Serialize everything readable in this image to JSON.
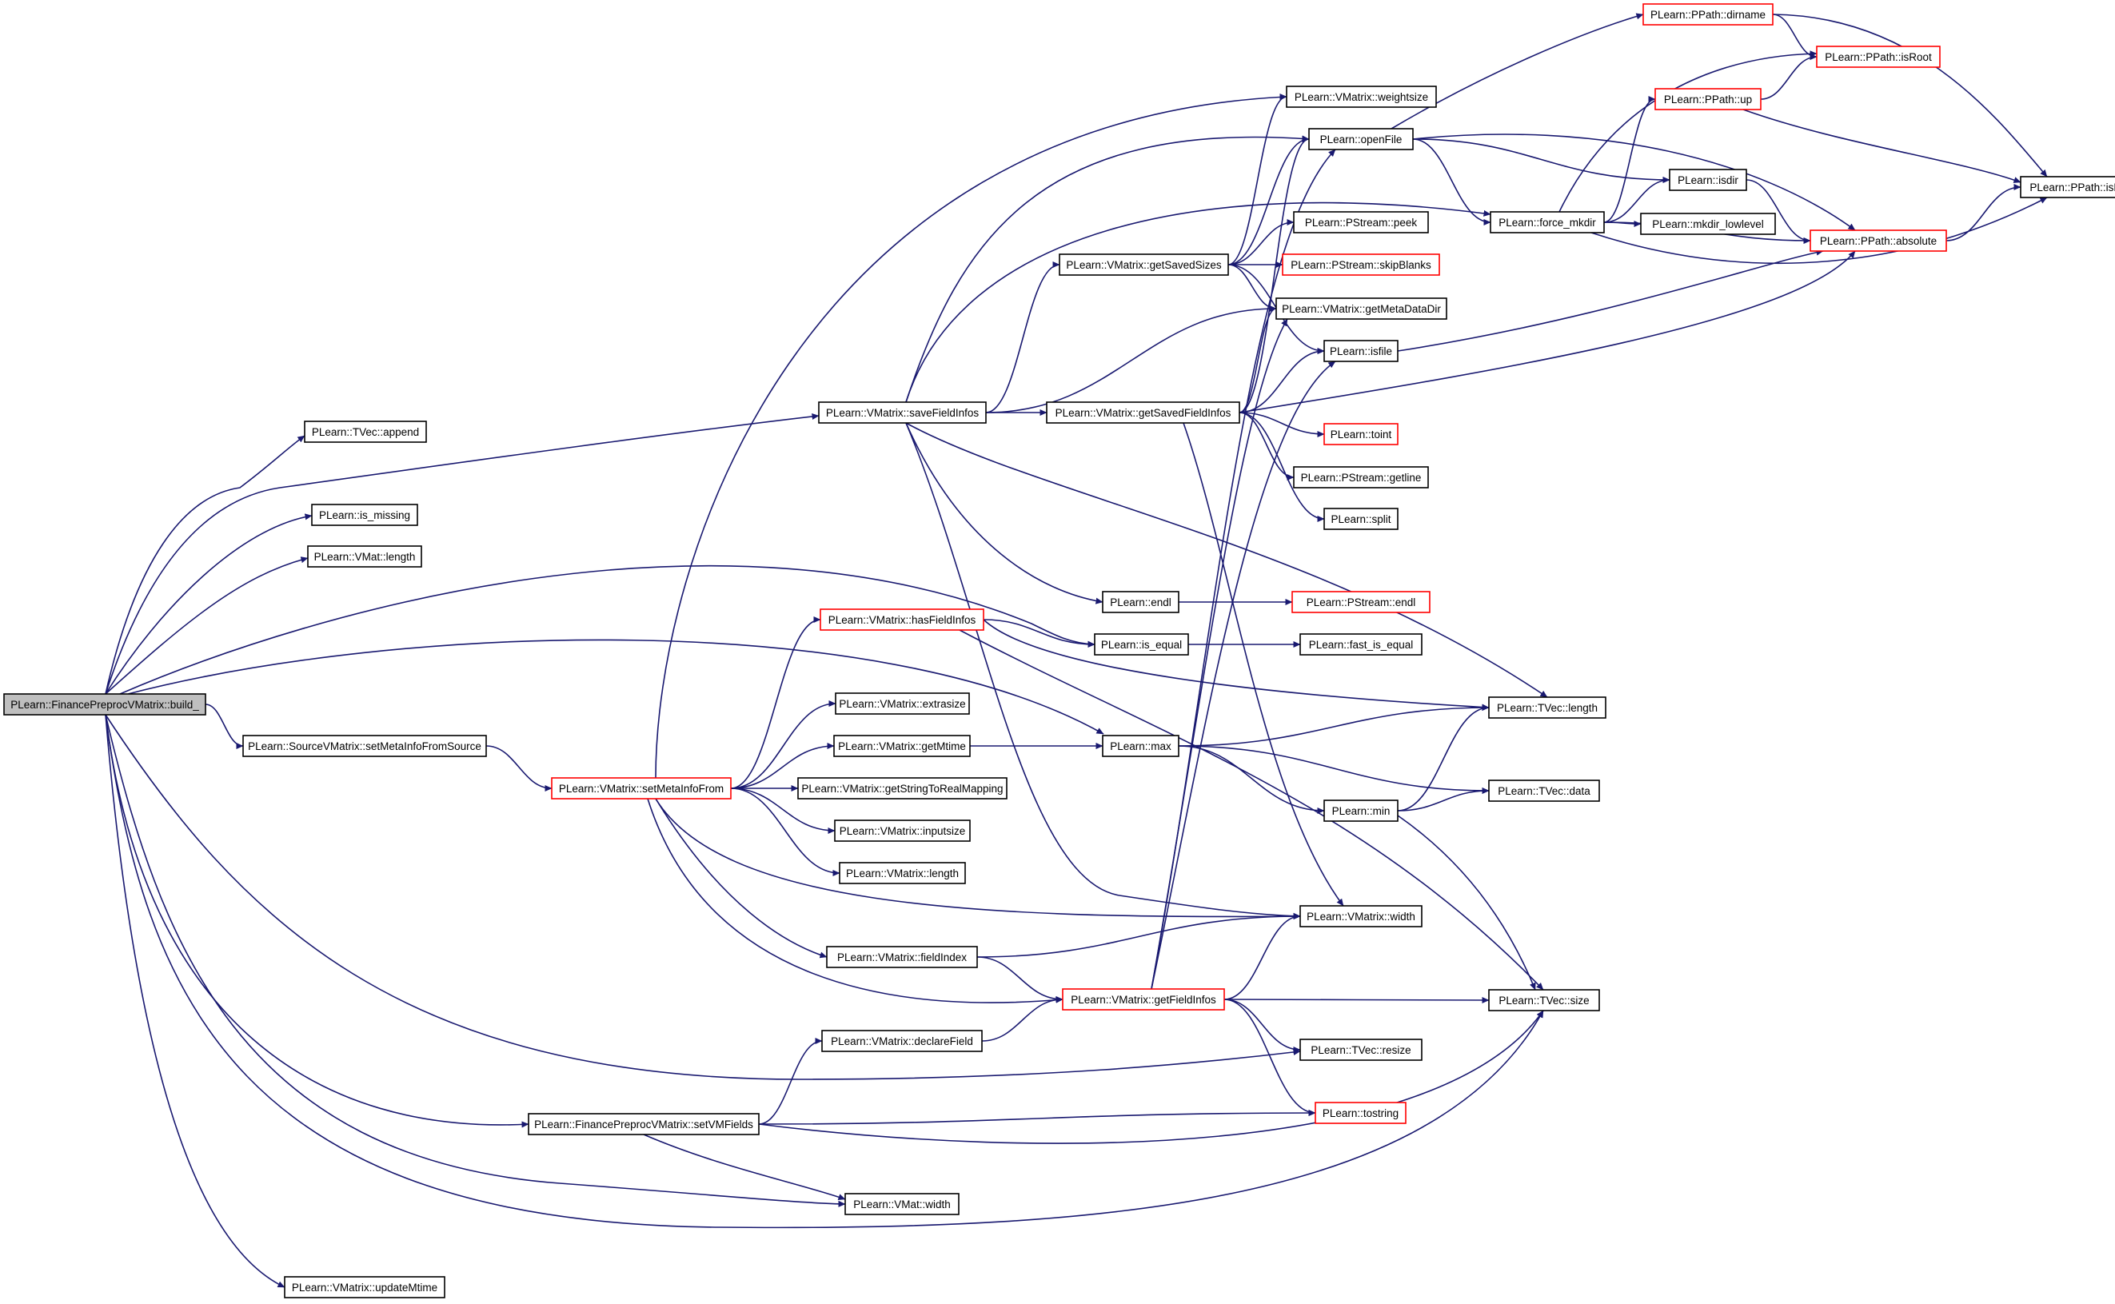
{
  "graph": {
    "edge_color": "#191970",
    "incomplete_border_color": "#ff0000",
    "root_fill": "#bfbfbf",
    "nodes": [
      {
        "id": "build",
        "label": "PLearn::FinancePreprocVMatrix::build_",
        "root": true
      },
      {
        "id": "append",
        "label": "PLearn::TVec::append"
      },
      {
        "id": "is_missing",
        "label": "PLearn::is_missing"
      },
      {
        "id": "vmat_length",
        "label": "PLearn::VMat::length"
      },
      {
        "id": "setMetaInfoFromSource",
        "label": "PLearn::SourceVMatrix::setMetaInfoFromSource"
      },
      {
        "id": "saveFieldInfos",
        "label": "PLearn::VMatrix::saveFieldInfos"
      },
      {
        "id": "setMetaInfoFrom",
        "label": "PLearn::VMatrix::setMetaInfoFrom",
        "red": true
      },
      {
        "id": "setVMFields",
        "label": "PLearn::FinancePreprocVMatrix::setVMFields"
      },
      {
        "id": "updateMtime",
        "label": "PLearn::VMatrix::updateMtime"
      },
      {
        "id": "getSavedSizes",
        "label": "PLearn::VMatrix::getSavedSizes"
      },
      {
        "id": "getSavedFieldInfos",
        "label": "PLearn::VMatrix::getSavedFieldInfos"
      },
      {
        "id": "hasFieldInfos",
        "label": "PLearn::VMatrix::hasFieldInfos",
        "red": true
      },
      {
        "id": "extrasize",
        "label": "PLearn::VMatrix::extrasize"
      },
      {
        "id": "getMtime",
        "label": "PLearn::VMatrix::getMtime"
      },
      {
        "id": "getStringToRealMapping",
        "label": "PLearn::VMatrix::getStringToRealMapping"
      },
      {
        "id": "inputsize",
        "label": "PLearn::VMatrix::inputsize"
      },
      {
        "id": "vmatrix_length",
        "label": "PLearn::VMatrix::length"
      },
      {
        "id": "fieldIndex",
        "label": "PLearn::VMatrix::fieldIndex"
      },
      {
        "id": "declareField",
        "label": "PLearn::VMatrix::declareField"
      },
      {
        "id": "vmat_width",
        "label": "PLearn::VMat::width"
      },
      {
        "id": "endl",
        "label": "PLearn::endl"
      },
      {
        "id": "is_equal",
        "label": "PLearn::is_equal"
      },
      {
        "id": "max",
        "label": "PLearn::max"
      },
      {
        "id": "getFieldInfos",
        "label": "PLearn::VMatrix::getFieldInfos",
        "red": true
      },
      {
        "id": "weightsize",
        "label": "PLearn::VMatrix::weightsize"
      },
      {
        "id": "openFile",
        "label": "PLearn::openFile"
      },
      {
        "id": "peek",
        "label": "PLearn::PStream::peek"
      },
      {
        "id": "skipBlanks",
        "label": "PLearn::PStream::skipBlanks",
        "red": true
      },
      {
        "id": "getMetaDataDir",
        "label": "PLearn::VMatrix::getMetaDataDir"
      },
      {
        "id": "isfile",
        "label": "PLearn::isfile"
      },
      {
        "id": "toint",
        "label": "PLearn::toint",
        "red": true
      },
      {
        "id": "getline",
        "label": "PLearn::PStream::getline"
      },
      {
        "id": "split",
        "label": "PLearn::split"
      },
      {
        "id": "pstream_endl",
        "label": "PLearn::PStream::endl",
        "red": true
      },
      {
        "id": "fast_is_equal",
        "label": "PLearn::fast_is_equal"
      },
      {
        "id": "min",
        "label": "PLearn::min"
      },
      {
        "id": "vmatrix_width",
        "label": "PLearn::VMatrix::width"
      },
      {
        "id": "tvec_resize",
        "label": "PLearn::TVec::resize"
      },
      {
        "id": "tostring",
        "label": "PLearn::tostring",
        "red": true
      },
      {
        "id": "dirname",
        "label": "PLearn::PPath::dirname",
        "red": true
      },
      {
        "id": "isRoot",
        "label": "PLearn::PPath::isRoot",
        "red": true
      },
      {
        "id": "up",
        "label": "PLearn::PPath::up",
        "red": true
      },
      {
        "id": "force_mkdir",
        "label": "PLearn::force_mkdir"
      },
      {
        "id": "isdir",
        "label": "PLearn::isdir"
      },
      {
        "id": "mkdir_lowlevel",
        "label": "PLearn::mkdir_lowlevel"
      },
      {
        "id": "absolute",
        "label": "PLearn::PPath::absolute",
        "red": true
      },
      {
        "id": "isEmpty",
        "label": "PLearn::PPath::isEmpty"
      },
      {
        "id": "tvec_length",
        "label": "PLearn::TVec::length"
      },
      {
        "id": "tvec_data",
        "label": "PLearn::TVec::data"
      },
      {
        "id": "tvec_size",
        "label": "PLearn::TVec::size"
      }
    ],
    "edges": [
      [
        "build",
        "append"
      ],
      [
        "build",
        "is_missing"
      ],
      [
        "build",
        "vmat_length"
      ],
      [
        "build",
        "setMetaInfoFromSource"
      ],
      [
        "build",
        "saveFieldInfos"
      ],
      [
        "build",
        "setVMFields"
      ],
      [
        "build",
        "updateMtime"
      ],
      [
        "build",
        "is_equal"
      ],
      [
        "build",
        "max"
      ],
      [
        "build",
        "tvec_resize"
      ],
      [
        "build",
        "vmat_width"
      ],
      [
        "build",
        "tvec_size"
      ],
      [
        "setMetaInfoFromSource",
        "setMetaInfoFrom"
      ],
      [
        "setMetaInfoFrom",
        "hasFieldInfos"
      ],
      [
        "setMetaInfoFrom",
        "extrasize"
      ],
      [
        "setMetaInfoFrom",
        "getMtime"
      ],
      [
        "setMetaInfoFrom",
        "getStringToRealMapping"
      ],
      [
        "setMetaInfoFrom",
        "inputsize"
      ],
      [
        "setMetaInfoFrom",
        "vmatrix_length"
      ],
      [
        "setMetaInfoFrom",
        "fieldIndex"
      ],
      [
        "setMetaInfoFrom",
        "vmatrix_width"
      ],
      [
        "setMetaInfoFrom",
        "getFieldInfos"
      ],
      [
        "setMetaInfoFrom",
        "weightsize"
      ],
      [
        "saveFieldInfos",
        "getSavedSizes"
      ],
      [
        "saveFieldInfos",
        "getSavedFieldInfos"
      ],
      [
        "saveFieldInfos",
        "openFile"
      ],
      [
        "saveFieldInfos",
        "force_mkdir"
      ],
      [
        "saveFieldInfos",
        "getMetaDataDir"
      ],
      [
        "saveFieldInfos",
        "endl"
      ],
      [
        "saveFieldInfos",
        "tvec_length"
      ],
      [
        "saveFieldInfos",
        "vmatrix_width"
      ],
      [
        "getSavedSizes",
        "weightsize"
      ],
      [
        "getSavedSizes",
        "openFile"
      ],
      [
        "getSavedSizes",
        "peek"
      ],
      [
        "getSavedSizes",
        "skipBlanks"
      ],
      [
        "getSavedSizes",
        "getMetaDataDir"
      ],
      [
        "getSavedSizes",
        "isfile"
      ],
      [
        "getSavedFieldInfos",
        "openFile"
      ],
      [
        "getSavedFieldInfos",
        "getMetaDataDir"
      ],
      [
        "getSavedFieldInfos",
        "isfile"
      ],
      [
        "getSavedFieldInfos",
        "toint"
      ],
      [
        "getSavedFieldInfos",
        "getline"
      ],
      [
        "getSavedFieldInfos",
        "split"
      ],
      [
        "getSavedFieldInfos",
        "vmatrix_width"
      ],
      [
        "getSavedFieldInfos",
        "absolute"
      ],
      [
        "hasFieldInfos",
        "is_equal"
      ],
      [
        "hasFieldInfos",
        "tvec_length"
      ],
      [
        "hasFieldInfos",
        "tvec_size"
      ],
      [
        "getMtime",
        "max"
      ],
      [
        "fieldIndex",
        "vmatrix_width"
      ],
      [
        "fieldIndex",
        "getFieldInfos"
      ],
      [
        "declareField",
        "getFieldInfos"
      ],
      [
        "setVMFields",
        "declareField"
      ],
      [
        "setVMFields",
        "vmat_width"
      ],
      [
        "setVMFields",
        "tostring"
      ],
      [
        "setVMFields",
        "tvec_size"
      ],
      [
        "getFieldInfos",
        "vmatrix_width"
      ],
      [
        "getFieldInfos",
        "tvec_size"
      ],
      [
        "getFieldInfos",
        "tvec_resize"
      ],
      [
        "getFieldInfos",
        "tostring"
      ],
      [
        "getFieldInfos",
        "getMetaDataDir"
      ],
      [
        "getFieldInfos",
        "isfile"
      ],
      [
        "getFieldInfos",
        "openFile"
      ],
      [
        "endl",
        "pstream_endl"
      ],
      [
        "is_equal",
        "fast_is_equal"
      ],
      [
        "max",
        "tvec_length"
      ],
      [
        "max",
        "tvec_data"
      ],
      [
        "max",
        "min"
      ],
      [
        "min",
        "tvec_length"
      ],
      [
        "min",
        "tvec_data"
      ],
      [
        "min",
        "tvec_size"
      ],
      [
        "openFile",
        "dirname"
      ],
      [
        "openFile",
        "force_mkdir"
      ],
      [
        "openFile",
        "isdir"
      ],
      [
        "openFile",
        "absolute"
      ],
      [
        "force_mkdir",
        "isRoot"
      ],
      [
        "force_mkdir",
        "up"
      ],
      [
        "force_mkdir",
        "isdir"
      ],
      [
        "force_mkdir",
        "mkdir_lowlevel"
      ],
      [
        "force_mkdir",
        "absolute"
      ],
      [
        "force_mkdir",
        "isEmpty"
      ],
      [
        "isfile",
        "absolute"
      ],
      [
        "isdir",
        "absolute"
      ],
      [
        "dirname",
        "isRoot"
      ],
      [
        "dirname",
        "isEmpty"
      ],
      [
        "up",
        "isRoot"
      ],
      [
        "up",
        "isEmpty"
      ],
      [
        "absolute",
        "isEmpty"
      ]
    ]
  }
}
